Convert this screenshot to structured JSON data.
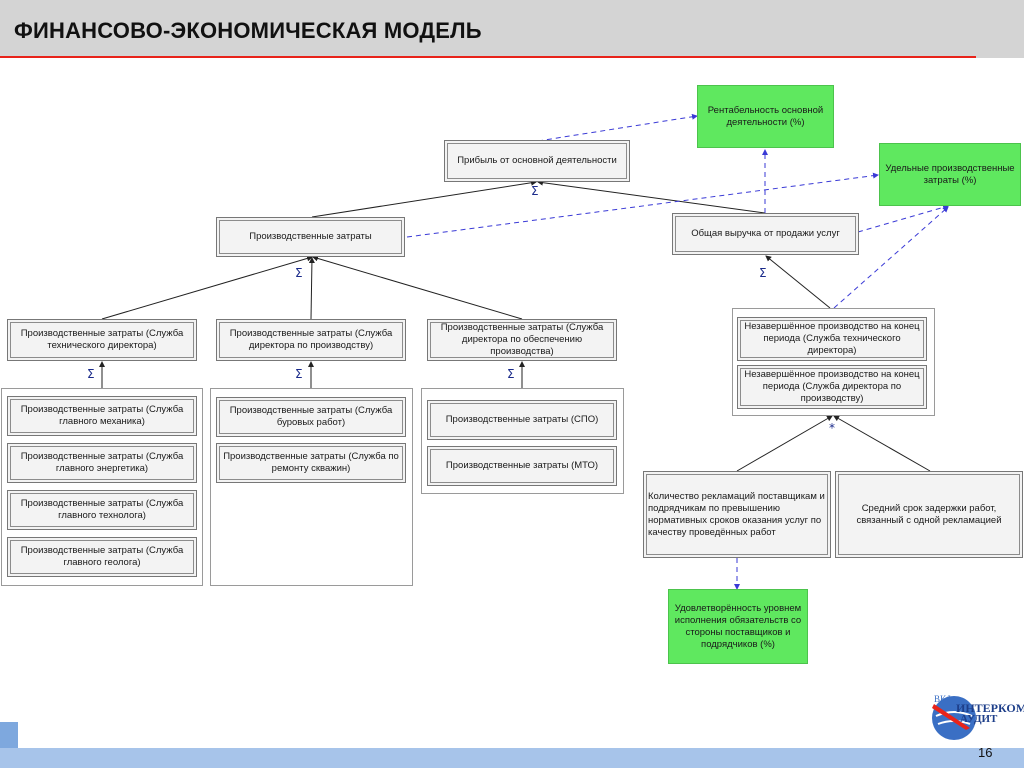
{
  "slide": {
    "title": "ФИНАНСОВО-ЭКОНОМИЧЕСКАЯ МОДЕЛЬ",
    "page_number": "16",
    "sigma": "Σ",
    "star": "*"
  },
  "nodes": {
    "rentabelnost": "Рентабельность основной деятельности (%)",
    "pribyl": "Прибыль от основной деятельности",
    "udelnye": "Удельные производственные затраты (%)",
    "proizv_zatraty": "Производственные затраты",
    "vyruchka": "Общая выручка от продажи услуг",
    "pz_tech_dir": "Производственные затраты (Служба технического директора)",
    "pz_dir_proizv": "Производственные затраты (Служба директора по производству)",
    "pz_dir_obesp": "Производственные затраты (Служба директора по обеспечению производства)",
    "nzp_tech": "Незавершённое производство на конец периода (Служба технического директора)",
    "nzp_proizv": "Незавершённое производство на конец периода (Служба директора по производству)",
    "pz_mech": "Производственные затраты (Служба главного механика)",
    "pz_energ": "Производственные затраты (Служба главного энергетика)",
    "pz_techn": "Производственные затраты (Служба главного технолога)",
    "pz_geol": "Производственные затраты (Служба главного геолога)",
    "pz_burovye": "Производственные затраты (Служба буровых работ)",
    "pz_remont": "Производственные затраты (Служба по ремонту скважин)",
    "pz_spo": "Производственные затраты (СПО)",
    "pz_mto": "Производственные затраты (МТО)",
    "reklamacii": "Количество рекламаций поставщикам и подрядчикам по превышению нормативных сроков оказания услуг по качеству проведённых работ",
    "srok": "Средний срок задержки работ, связанный с одной рекламацией",
    "udovl": "Удовлетворённость уровнем исполнения обязательств со стороны поставщиков и подрядчиков (%)"
  },
  "logo": {
    "text_top": "ВКФ",
    "text_main": "ИНТЕРКОМ",
    "text_sub": "АУДИТ"
  },
  "colors": {
    "title_rule": "#e8231a",
    "kpi_green": "#5fe85f",
    "dashed_link": "#3a3ad6",
    "footer": "#a7c4ea"
  }
}
